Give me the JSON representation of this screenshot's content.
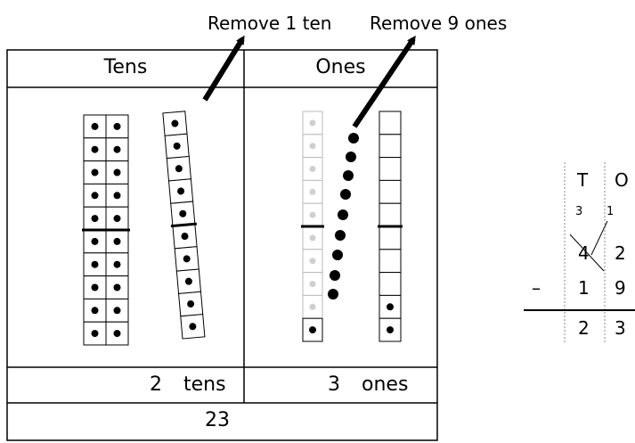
{
  "arrow_labels": {
    "remove_ten": "Remove 1 ten",
    "remove_ones": "Remove 9 ones"
  },
  "table": {
    "header_tens": "Tens",
    "header_ones": "Ones",
    "tens_count": "2",
    "tens_unit": "tens",
    "ones_count": "3",
    "ones_unit": "ones",
    "total": "23"
  },
  "column_method": {
    "head_tens": "T",
    "head_ones": "O",
    "regroup_tens": "3",
    "regroup_ones": "1",
    "top_tens": "4",
    "top_ones": "2",
    "operator": "–",
    "sub_tens": "1",
    "sub_ones": "9",
    "result_tens": "2",
    "result_ones": "3"
  }
}
